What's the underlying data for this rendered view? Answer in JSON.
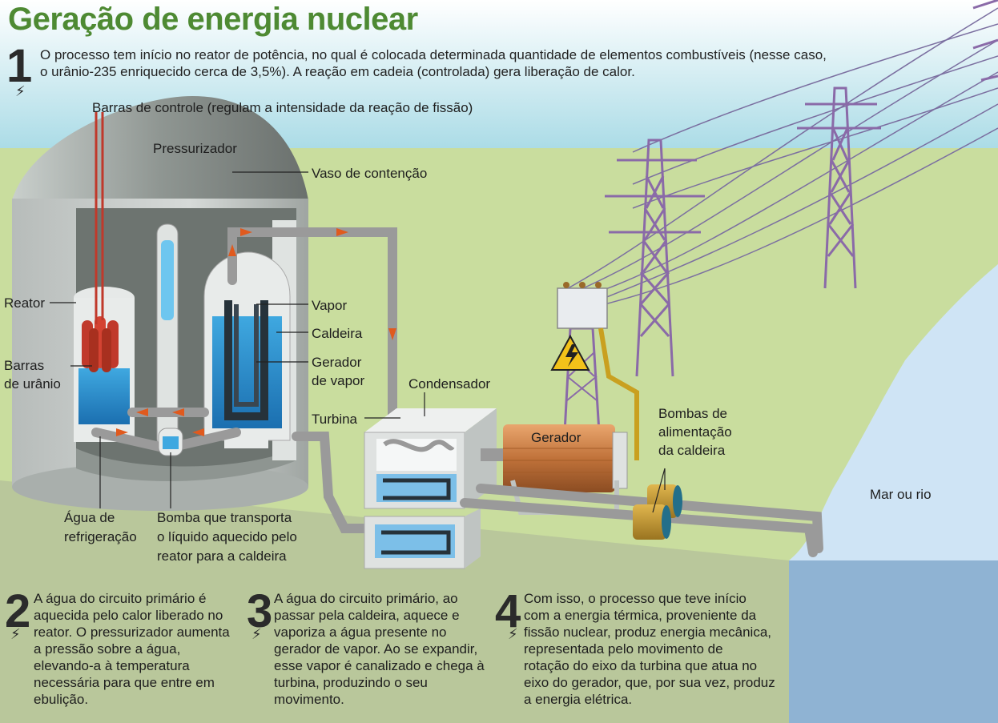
{
  "title": "Geração de energia nuclear",
  "step1": {
    "number": "1",
    "text": "O processo tem início no reator de potência, no qual é colocada determinada quantidade de elementos combustíveis (nesse caso, o urânio-235 enriquecido cerca de 3,5%). A reação em cadeia (controlada) gera liberação de calor."
  },
  "labels": {
    "control_rods": "Barras de controle (regulam a intensidade da reação de fissão)",
    "pressurizer": "Pressurizador",
    "containment": "Vaso de contenção",
    "reactor": "Reator",
    "uranium_rods_1": "Barras",
    "uranium_rods_2": "de urânio",
    "steam": "Vapor",
    "boiler": "Caldeira",
    "steam_gen_1": "Gerador",
    "steam_gen_2": "de vapor",
    "condenser": "Condensador",
    "turbine": "Turbina",
    "generator": "Gerador",
    "feed_pumps_1": "Bombas de",
    "feed_pumps_2": "alimentação",
    "feed_pumps_3": "da caldeira",
    "cooling_water_1": "Água de",
    "cooling_water_2": "refrigeração",
    "pump_1": "Bomba que transporta",
    "pump_2": "o líquido aquecido pelo",
    "pump_3": "reator para a caldeira",
    "sea": "Mar ou rio"
  },
  "step2": {
    "number": "2",
    "lines": [
      "A água do circuito primário é",
      "aquecida pelo calor liberado no",
      "reator. O pressurizador aumenta",
      "a pressão sobre a água,",
      "elevando-a à temperatura",
      "necessária para que entre em",
      "ebulição."
    ]
  },
  "step3": {
    "number": "3",
    "lines": [
      "A água do circuito primário, ao",
      "passar pela caldeira, aquece e",
      "vaporiza a água presente no",
      "gerador de vapor. Ao se expandir,",
      "esse vapor é canalizado e chega à",
      "turbina, produzindo o seu",
      "movimento."
    ]
  },
  "step4": {
    "number": "4",
    "lines": [
      "Com isso, o processo que teve início",
      "com a energia térmica, proveniente da",
      "fissão nuclear, produz energia mecânica,",
      "representada pelo movimento de",
      "rotação do eixo da turbina que atua no",
      "eixo do gerador, que, por sua vez, produz",
      "a energia elétrica."
    ]
  },
  "colors": {
    "title": "#4e8a33",
    "sky": "#b6e0ea",
    "grass": "#c9dd9e",
    "water": "#8fb3d3",
    "pipe": "#9a9a9a",
    "arrow": "#e05a1e",
    "tower": "#8a6aa8"
  },
  "icons": [
    "lightning-icon",
    "warning-high-voltage-icon"
  ]
}
